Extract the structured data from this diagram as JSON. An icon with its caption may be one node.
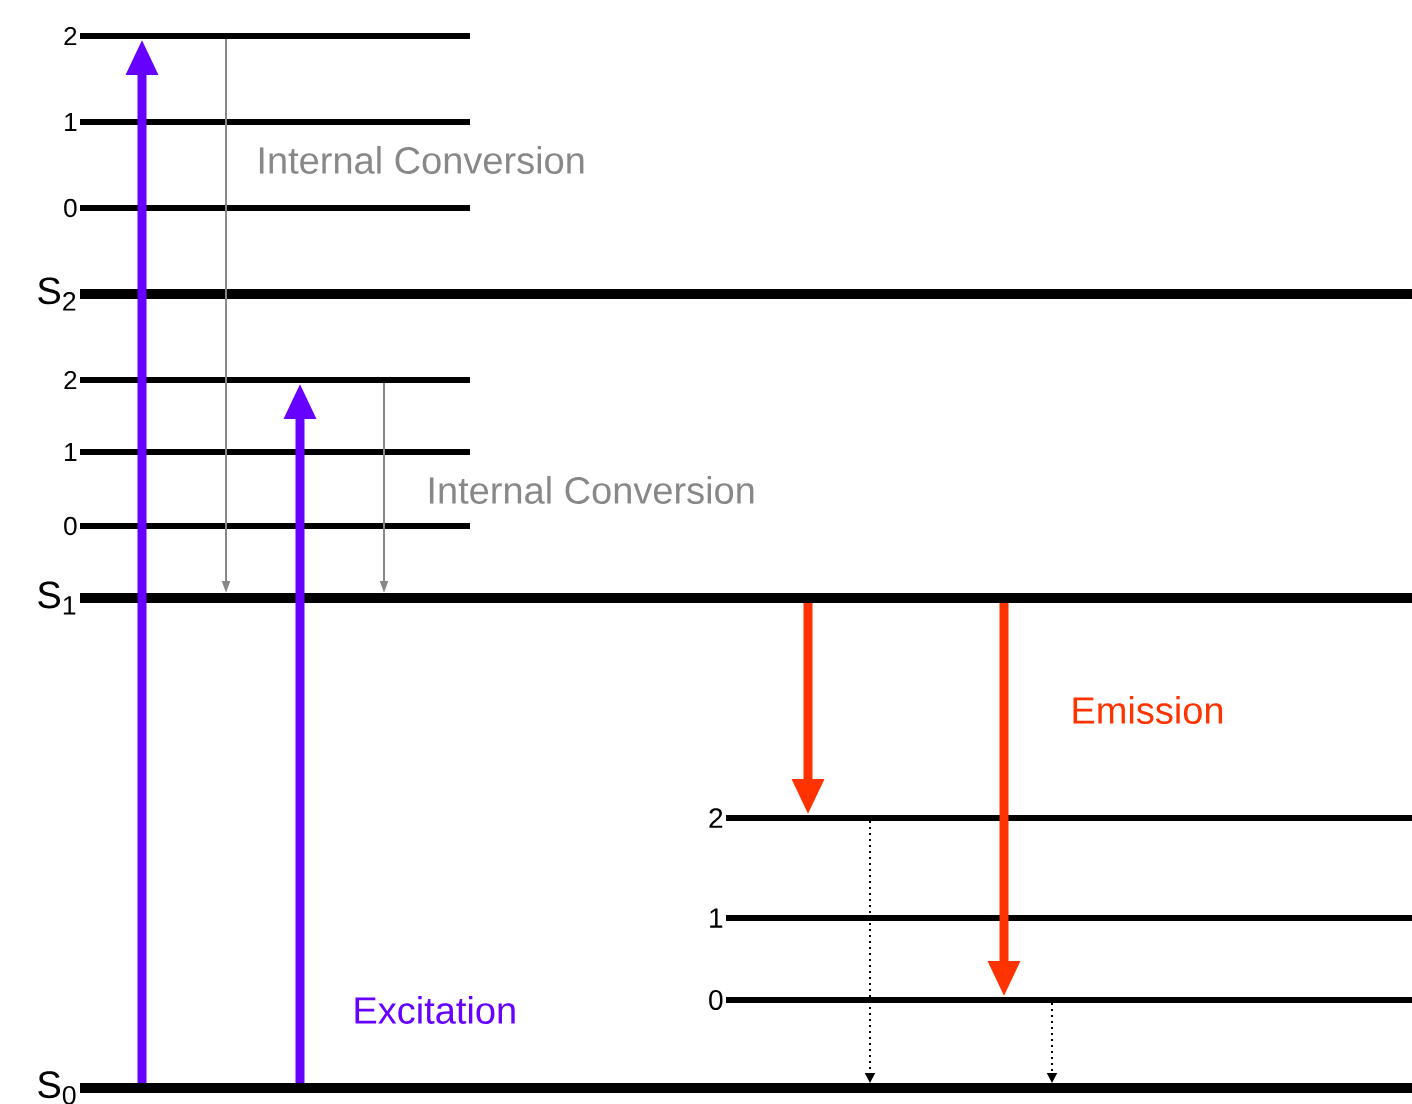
{
  "diagram": {
    "nodes": [
      {
        "text": [
          "2"
        ]
      },
      {
        "text": [
          "1"
        ]
      },
      {
        "text": [
          "0"
        ]
      },
      {
        "text": [
          "S$_{2}$"
        ]
      },
      {
        "text": [
          "2"
        ]
      },
      {
        "text": [
          "1"
        ]
      },
      {
        "text": [
          "0"
        ]
      },
      {
        "text": [
          "S$_{1}$"
        ]
      },
      {
        "text": [
          "2"
        ]
      },
      {
        "text": [
          "1"
        ]
      },
      {
        "text": [
          "0"
        ]
      },
      {
        "text": [
          "S$_{0}$"
        ]
      }
    ],
    "edges": [
      {
        "from": 11,
        "to": 0,
        "arrow": "to",
        "style": "thick",
        "color": "#6600ff"
      },
      {
        "from": 11,
        "to": 4,
        "arrow": "to",
        "style": "thick",
        "color": "#6600ff"
      },
      {
        "from": 0,
        "to": 7,
        "arrow": "to",
        "color": "#888888"
      },
      {
        "from": 4,
        "to": 7,
        "arrow": "to",
        "color": "#888888"
      },
      {
        "from": 7,
        "to": 8,
        "arrow": "to",
        "style": "thick",
        "color": "#ff3300"
      },
      {
        "from": 7,
        "to": 10,
        "arrow": "to",
        "style": "thick",
        "color": "#ff3300"
      },
      {
        "from": 8,
        "to": 11,
        "arrow": "to",
        "style": "dashed",
        "color": "#000000"
      },
      {
        "from": 10,
        "to": 11,
        "arrow": "to",
        "style": "dashed",
        "color": "#000000"
      }
    ],
    "labels": [
      "Internal Conversion",
      "Internal Conversion",
      "Emission",
      "Excitation"
    ]
  }
}
